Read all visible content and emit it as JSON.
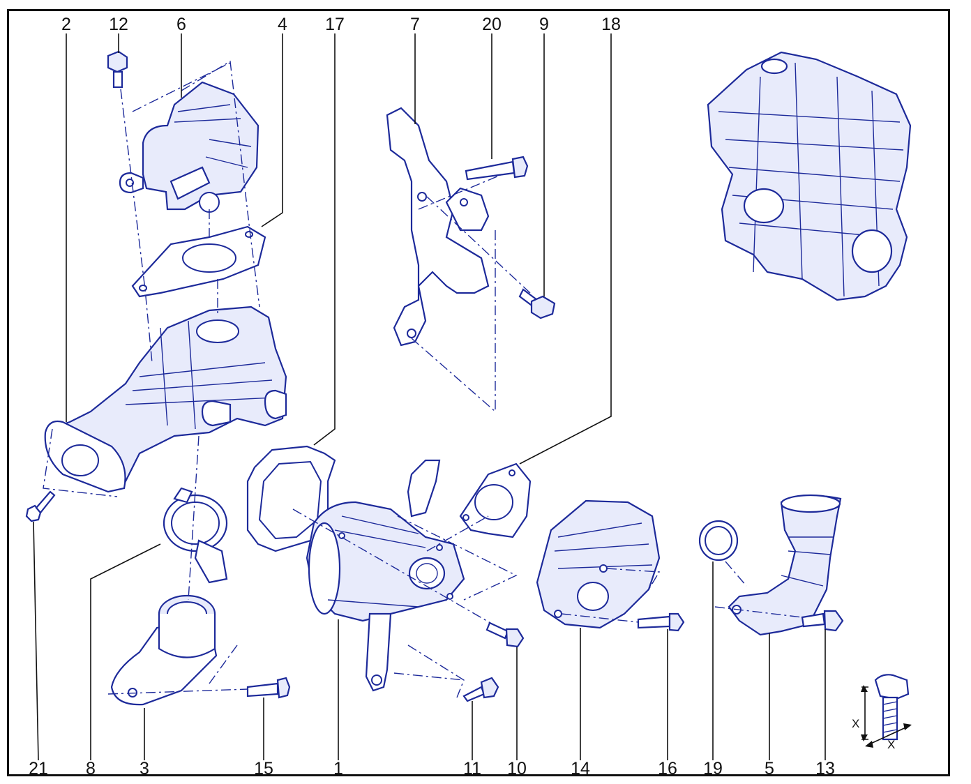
{
  "callouts_top": [
    "2",
    "12",
    "6",
    "4",
    "17",
    "7",
    "20",
    "9",
    "18"
  ],
  "callouts_bottom": [
    "21",
    "8",
    "3",
    "15",
    "1",
    "11",
    "10",
    "14",
    "16",
    "19",
    "5",
    "13"
  ],
  "dimension_labels": [
    "X",
    "X"
  ],
  "colors": {
    "drawing": "#1d2a9a",
    "text": "#111111",
    "frame": "#111111"
  }
}
